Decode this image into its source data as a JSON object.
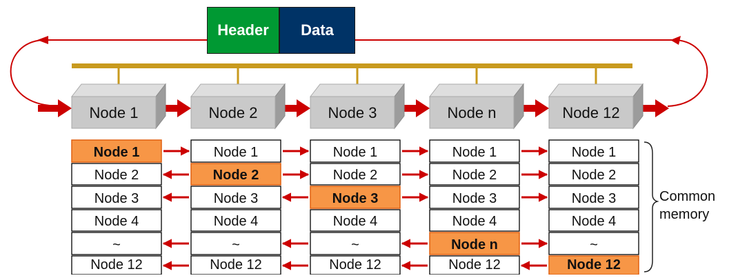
{
  "packet": {
    "header_label": "Header",
    "data_label": "Data",
    "header_color": "#009933",
    "data_color": "#003366"
  },
  "colors": {
    "ring_arrow": "#cc0000",
    "bus": "#c89a1e",
    "node_box": "#c9c9c9",
    "highlight_cell": "#f79646",
    "cell_border": "#000000"
  },
  "nodes": [
    "Node 1",
    "Node 2",
    "Node 3",
    "Node n",
    "Node 12"
  ],
  "memory": {
    "label_line1": "Common",
    "label_line2": "memory",
    "rows": [
      "Node 1",
      "Node 2",
      "Node 3",
      "Node 4",
      "~",
      "Node 12"
    ],
    "columns": [
      {
        "node": "Node 1",
        "cells": [
          "Node 1",
          "Node 2",
          "Node 3",
          "Node 4",
          "~",
          "Node 12"
        ],
        "highlight_row": 0
      },
      {
        "node": "Node 2",
        "cells": [
          "Node 1",
          "Node 2",
          "Node 3",
          "Node 4",
          "~",
          "Node 12"
        ],
        "highlight_row": 1
      },
      {
        "node": "Node 3",
        "cells": [
          "Node 1",
          "Node 2",
          "Node 3",
          "Node 4",
          "~",
          "Node 12"
        ],
        "highlight_row": 2
      },
      {
        "node": "Node n",
        "cells": [
          "Node 1",
          "Node 2",
          "Node 3",
          "Node 4",
          "Node n",
          "Node 12"
        ],
        "highlight_row": 4
      },
      {
        "node": "Node 12",
        "cells": [
          "Node 1",
          "Node 2",
          "Node 3",
          "Node 4",
          "~",
          "Node 12"
        ],
        "highlight_row": 5
      }
    ]
  }
}
